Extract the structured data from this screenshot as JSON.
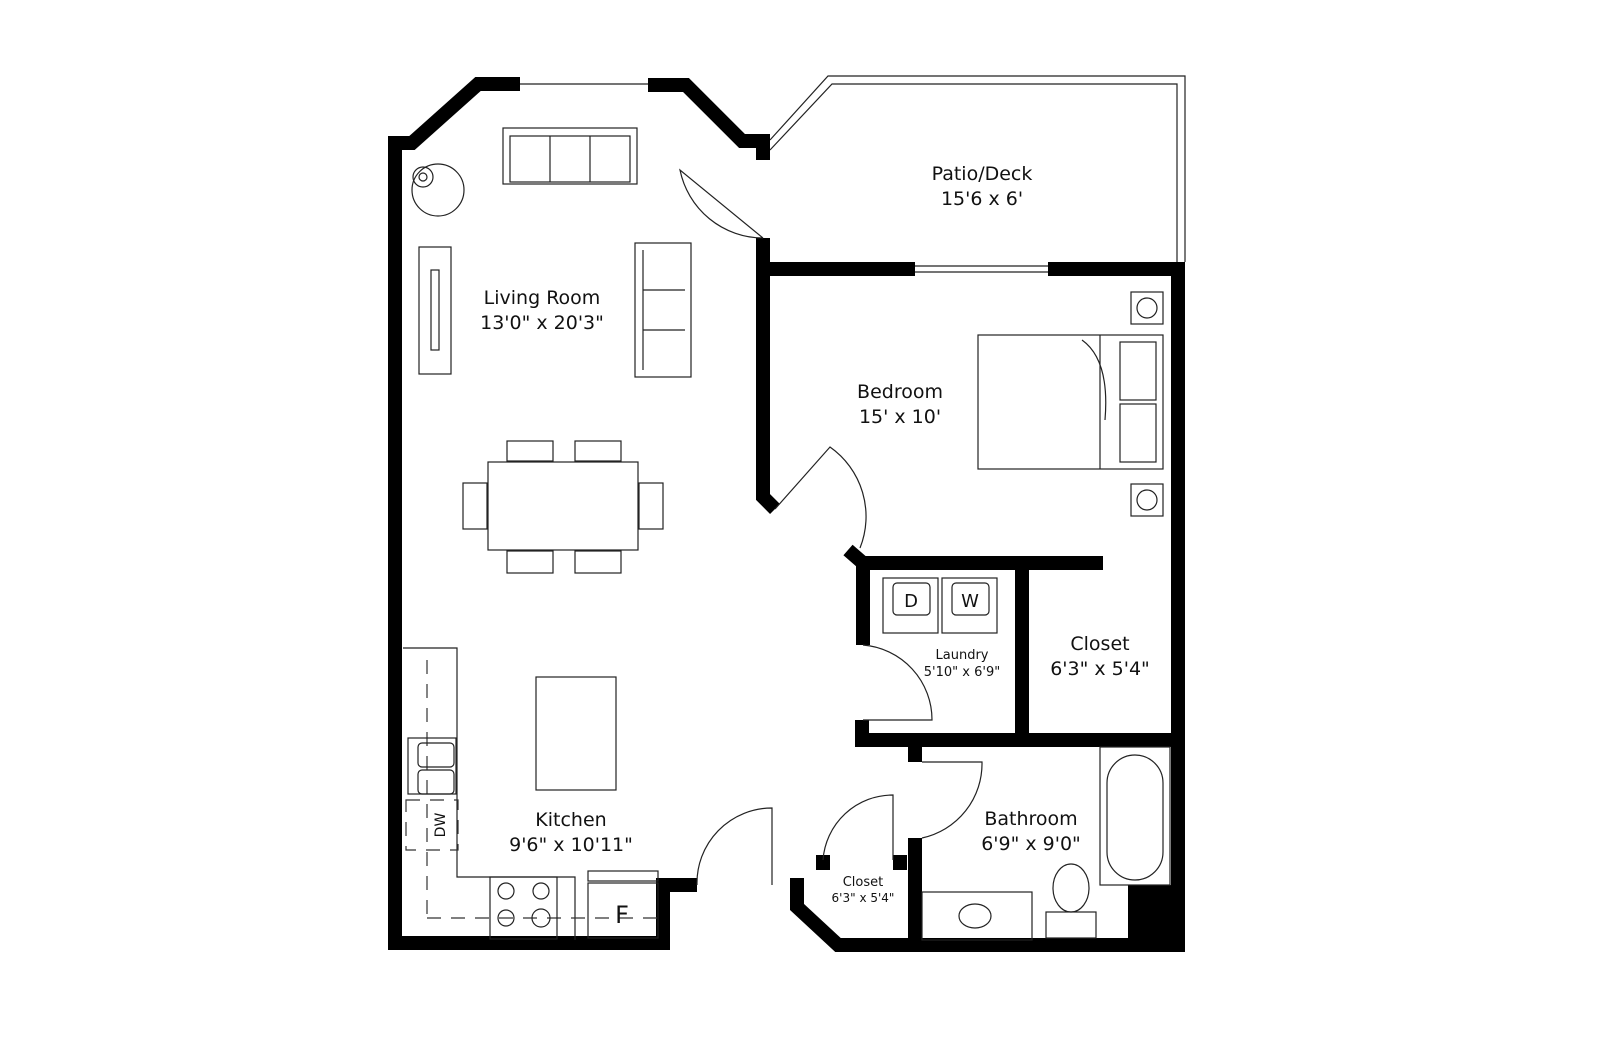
{
  "rooms": {
    "patio": {
      "name": "Patio/Deck",
      "size": "15'6 x 6'"
    },
    "living": {
      "name": "Living Room",
      "size": "13'0\" x 20'3\""
    },
    "bedroom": {
      "name": "Bedroom",
      "size": "15' x 10'"
    },
    "laundry": {
      "name": "Laundry",
      "size": "5'10\" x 6'9\""
    },
    "closet_main": {
      "name": "Closet",
      "size": "6'3\" x 5'4\""
    },
    "kitchen": {
      "name": "Kitchen",
      "size": "9'6\" x 10'11\""
    },
    "bathroom": {
      "name": "Bathroom",
      "size": "6'9\" x 9'0\""
    },
    "closet_entry": {
      "name": "Closet",
      "size": "6'3\" x 5'4\""
    }
  },
  "appliances": {
    "dryer": "D",
    "washer": "W",
    "dishwasher": "DW",
    "fridge": "F"
  }
}
